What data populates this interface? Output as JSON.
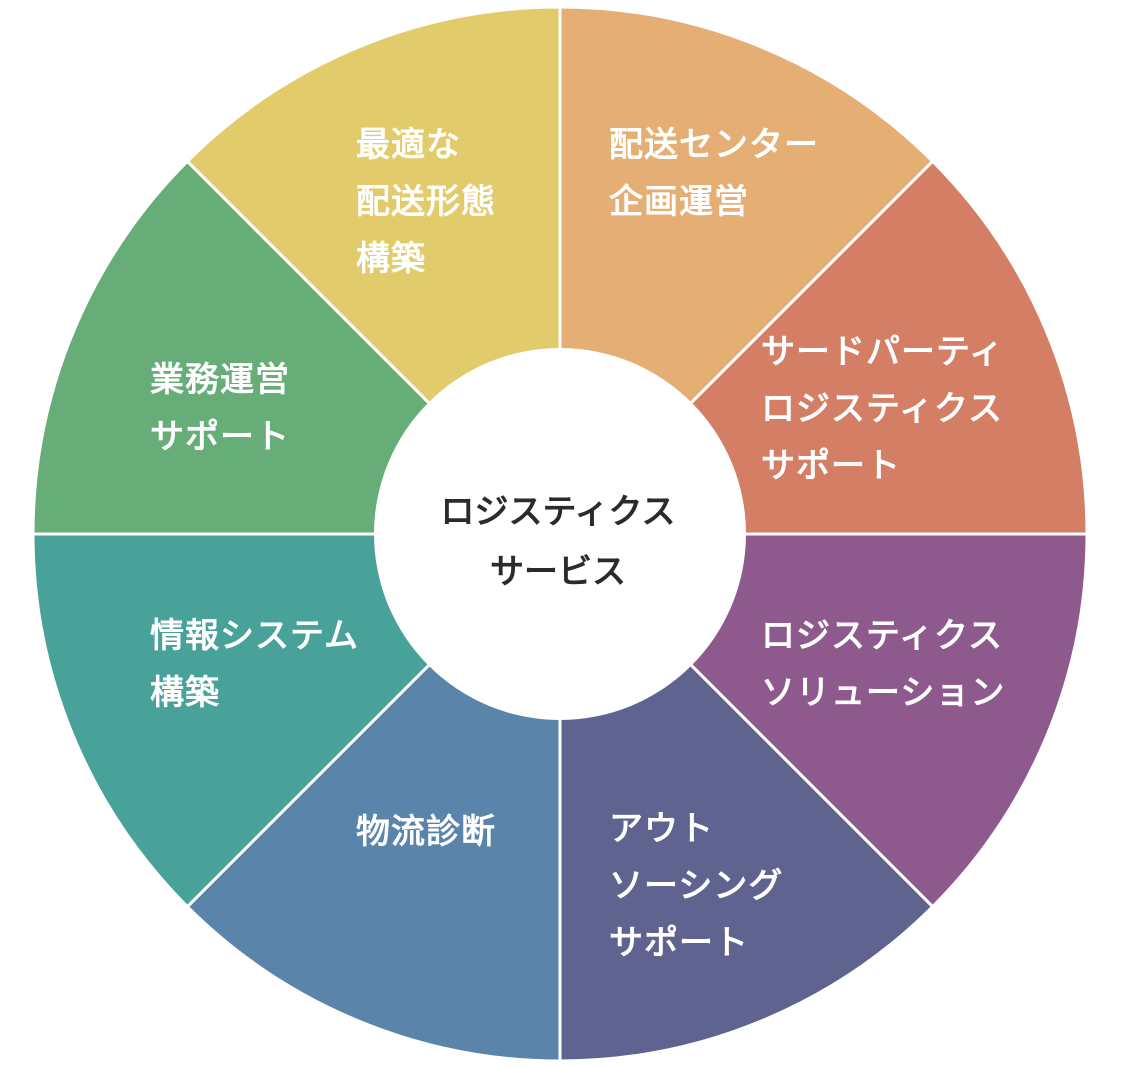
{
  "center": {
    "lines": [
      "ロジスティクス",
      "サービス"
    ]
  },
  "segments": [
    {
      "id": "seg-1",
      "name": "segment-delivery-center",
      "color": "#E4AE75",
      "lines": [
        "配送センター",
        "企画運営"
      ]
    },
    {
      "id": "seg-2",
      "name": "segment-third-party-logistics",
      "color": "#D37E65",
      "lines": [
        "サードパーティ",
        "ロジスティクス",
        "サポート"
      ]
    },
    {
      "id": "seg-3",
      "name": "segment-logistics-solution",
      "color": "#8E5A8E",
      "lines": [
        "ロジスティクス",
        "ソリューション"
      ]
    },
    {
      "id": "seg-4",
      "name": "segment-outsourcing-support",
      "color": "#5E6390",
      "lines": [
        "アウト",
        "ソーシング",
        "サポート"
      ]
    },
    {
      "id": "seg-5",
      "name": "segment-logistics-diagnosis",
      "color": "#5B84AB",
      "lines": [
        "物流診断"
      ]
    },
    {
      "id": "seg-6",
      "name": "segment-information-system",
      "color": "#49A29A",
      "lines": [
        "情報システム",
        "構築"
      ]
    },
    {
      "id": "seg-7",
      "name": "segment-business-operation",
      "color": "#67AD78",
      "lines": [
        "業務運営",
        "サポート"
      ]
    },
    {
      "id": "seg-8",
      "name": "segment-optimal-delivery",
      "color": "#E2CB6A",
      "lines": [
        "最適な",
        "配送形態",
        "構築"
      ]
    }
  ]
}
